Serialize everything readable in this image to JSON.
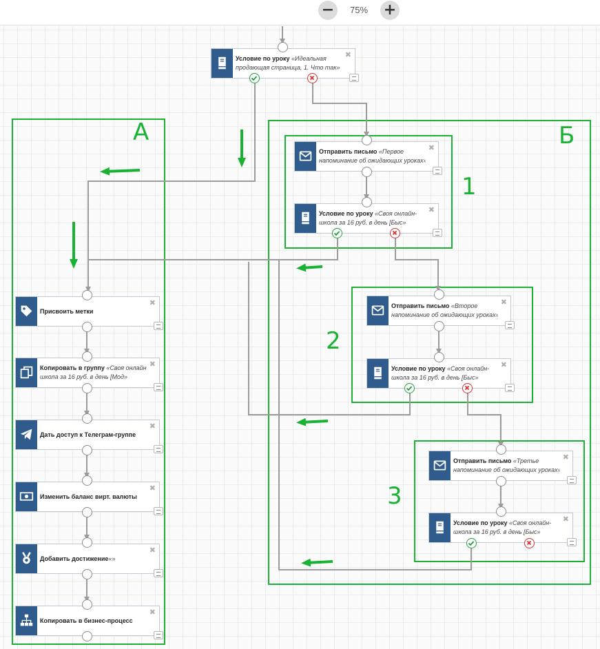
{
  "zoom": {
    "value": "75%"
  },
  "colors": {
    "accent": "#19b233",
    "node_icon_bg": "#2f5c8c",
    "link": "#9b9b9b",
    "yes": "#1f9d3c",
    "no": "#d62d2d"
  },
  "groups": {
    "a": "А",
    "b": "Б",
    "n1": "1",
    "n2": "2",
    "n3": "3"
  },
  "nodes": {
    "cond_top": {
      "title": "Условие по уроку",
      "param1": "«Идеальная",
      "param2": "продающая страница, 1. Что так»",
      "icon": "book-icon"
    },
    "email1": {
      "title": "Отправить письмо",
      "param1": "«Первое",
      "param2": "напоминание об ожидающих уроках»",
      "icon": "envelope-icon"
    },
    "cond1": {
      "title": "Условие по уроку",
      "param1": "«Своя онлайн-",
      "param2": "школа за 16 руб. в день [Быс»",
      "icon": "book-icon"
    },
    "email2": {
      "title": "Отправить письмо",
      "param1": "«Второе",
      "param2": "напоминание об ожидающих уроках»",
      "icon": "envelope-icon"
    },
    "cond2": {
      "title": "Условие по уроку",
      "param1": "«Своя онлайн-",
      "param2": "школа за 16 руб. в день [Быс»",
      "icon": "book-icon"
    },
    "email3": {
      "title": "Отправить письмо",
      "param1": "«Третье",
      "param2": "напоминание об ожидающих уроках»",
      "icon": "envelope-icon"
    },
    "cond3": {
      "title": "Условие по уроку",
      "param1": "«Своя онлайн-",
      "param2": "школа за 16 руб. в день [Быс»",
      "icon": "book-icon"
    },
    "tags": {
      "title": "Присвоить метки",
      "icon": "tag-icon"
    },
    "copy_group": {
      "title": "Копировать в группу",
      "param1": "«Своя онлайн-",
      "param2": "школа за 16 руб. в день [Мод»",
      "icon": "copy-icon"
    },
    "telegram": {
      "title": "Дать доступ к Телеграм-группе",
      "icon": "telegram-icon"
    },
    "balance": {
      "title": "Изменить баланс вирт. валюты",
      "icon": "money-icon"
    },
    "achievement": {
      "title": "Добавить достижение",
      "param1": "«»",
      "icon": "medal-icon"
    },
    "business": {
      "title": "Копировать в бизнес-процесс",
      "icon": "hierarchy-icon"
    }
  }
}
